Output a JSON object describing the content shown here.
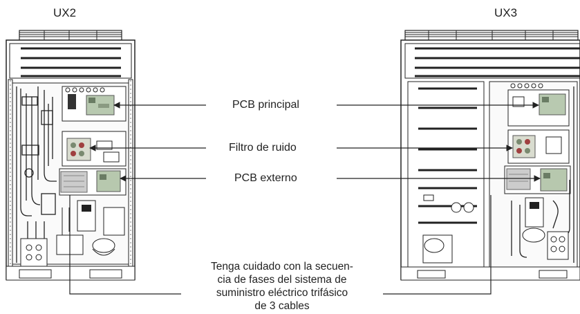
{
  "units": {
    "left": {
      "name": "UX2"
    },
    "right": {
      "name": "UX3"
    }
  },
  "callouts": [
    {
      "label": "PCB principal"
    },
    {
      "label": "Filtro de ruido"
    },
    {
      "label": "PCB externo"
    }
  ],
  "note": {
    "lines": [
      "Tenga cuidado con la secuen-",
      "cia de fases del sistema de",
      "suministro eléctrico trifásico",
      "de 3 cables"
    ]
  }
}
